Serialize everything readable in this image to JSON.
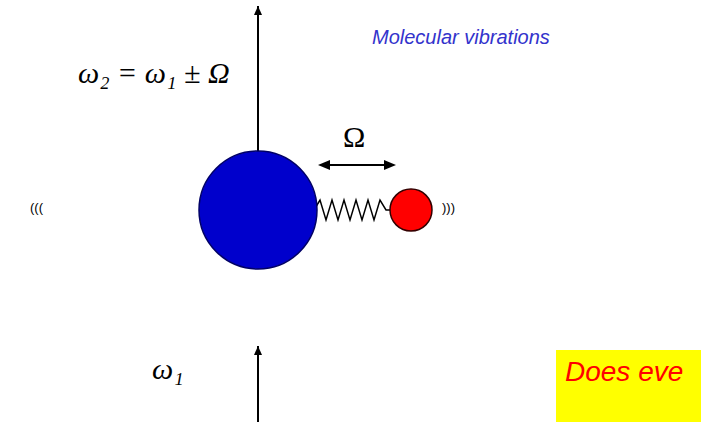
{
  "diagram": {
    "nodes": [
      {
        "text": [
          "Does eve"
        ]
      }
    ],
    "labels": [
      "ω₂ = ω₁ ± Ω",
      "Molecular vibrations",
      "Ω",
      "(((",
      ")))",
      "ω₁"
    ]
  }
}
